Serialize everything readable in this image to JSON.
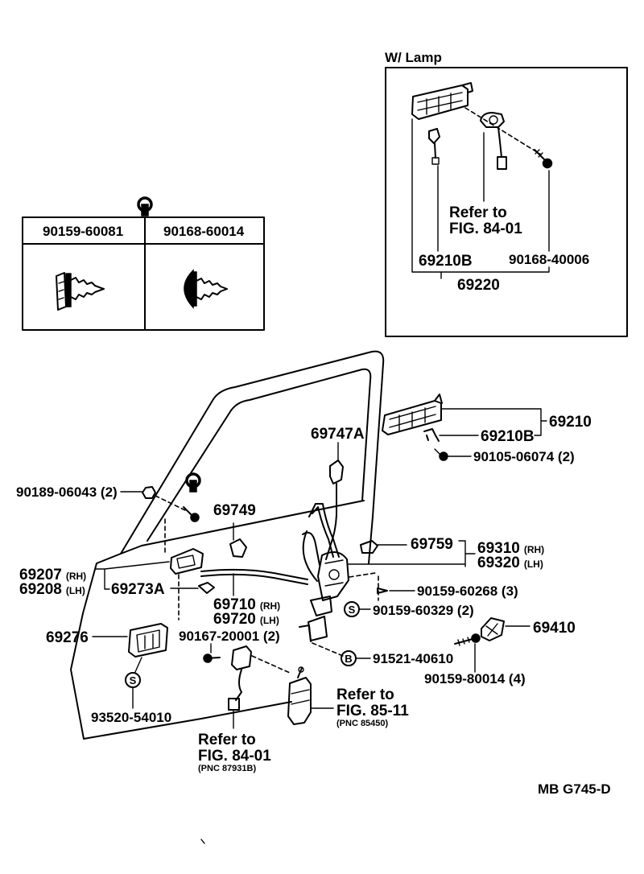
{
  "lamp_box": {
    "title": "W/ Lamp",
    "refer_to": "Refer to",
    "fig_ref": "FIG. 84-01",
    "part_handle": "69210B",
    "part_screw": "90168-40006",
    "part_assembly": "69220"
  },
  "screw_table": {
    "col1_header": "90159-60081",
    "col2_header": "90168-60014"
  },
  "parts": {
    "p69747a": "69747A",
    "p69210": "69210",
    "p69210b": "69210B",
    "p90105": "90105-06074 (2)",
    "p90189": "90189-06043 (2)",
    "p69749": "69749",
    "p69759": "69759",
    "p69310": "69310",
    "p69310_side": "(RH)",
    "p69320": "69320",
    "p69320_side": "(LH)",
    "p69207": "69207",
    "p69207_side": "(RH)",
    "p69208": "69208",
    "p69208_side": "(LH)",
    "p69273a": "69273A",
    "p90159_60268": "90159-60268 (3)",
    "p69710": "69710",
    "p69710_side": "(RH)",
    "p69720": "69720",
    "p69720_side": "(LH)",
    "p90159_60329": "90159-60329 (2)",
    "p69276": "69276",
    "p69410": "69410",
    "p90167": "90167-20001 (2)",
    "p91521": "91521-40610",
    "p90159_80014": "90159-80014 (4)",
    "p93520": "93520-54010"
  },
  "references": {
    "lock_refer": "Refer to",
    "lock_fig": "FIG. 85-11",
    "lock_pnc": "(PNC 85450)",
    "switch_refer": "Refer to",
    "switch_fig": "FIG. 84-01",
    "switch_pnc": "(PNC 87931B)"
  },
  "symbols": {
    "s_upper": "S",
    "s_lower": "S",
    "b": "B"
  },
  "footer": {
    "code": "MB G745-D"
  }
}
